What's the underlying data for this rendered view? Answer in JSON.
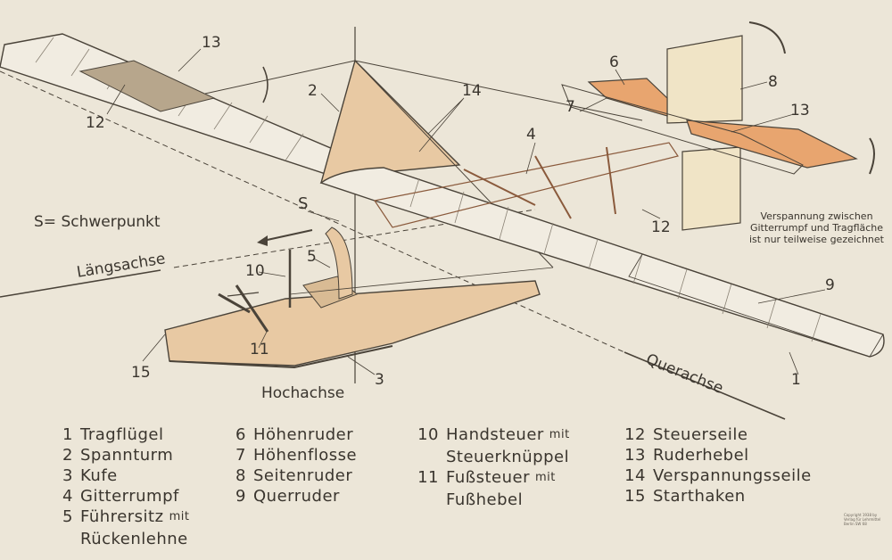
{
  "colors": {
    "background": "#ece6d8",
    "wood": "#e8c9a3",
    "orange_surface": "#e8a56f",
    "line": "#4a4339",
    "fabric": "#f1ece1"
  },
  "labels": {
    "cg": "S= Schwerpunkt",
    "s": "S",
    "long_axis": "Längsachse",
    "lat_axis": "Querachse",
    "vert_axis": "Hochachse",
    "bracing_note": [
      "Verspannung zwischen",
      "Gitterrumpf und Tragfläche",
      "ist nur teilweise gezeichnet"
    ],
    "copyright": [
      "Copyright 1938 by",
      "Verlag für Lehrmittel",
      "Berlin SW 68"
    ]
  },
  "callouts": [
    "13",
    "2",
    "14",
    "6",
    "7",
    "8",
    "13",
    "4",
    "12",
    "12",
    "9",
    "10",
    "5",
    "11",
    "15",
    "3",
    "1"
  ],
  "legend": {
    "col1": [
      {
        "n": "1",
        "text": "Tragflügel"
      },
      {
        "n": "2",
        "text": "Spannturm"
      },
      {
        "n": "3",
        "text": "Kufe"
      },
      {
        "n": "4",
        "text": "Gitterrumpf"
      },
      {
        "n": "5",
        "text": "Führersitz",
        "small": "mit"
      },
      {
        "n": "",
        "text": "Rückenlehne"
      }
    ],
    "col2": [
      {
        "n": "6",
        "text": "Höhenruder"
      },
      {
        "n": "7",
        "text": "Höhenflosse"
      },
      {
        "n": "8",
        "text": "Seitenruder"
      },
      {
        "n": "9",
        "text": "Querruder"
      }
    ],
    "col3": [
      {
        "n": "10",
        "text": "Handsteuer",
        "small": "mit"
      },
      {
        "n": "",
        "text": "Steuerknüppel"
      },
      {
        "n": "11",
        "text": "Fußsteuer",
        "small": "mit"
      },
      {
        "n": "",
        "text": "Fußhebel"
      }
    ],
    "col4": [
      {
        "n": "12",
        "text": "Steuerseile"
      },
      {
        "n": "13",
        "text": "Ruderhebel"
      },
      {
        "n": "14",
        "text": "Verspannungsseile"
      },
      {
        "n": "15",
        "text": "Starthaken"
      }
    ]
  }
}
